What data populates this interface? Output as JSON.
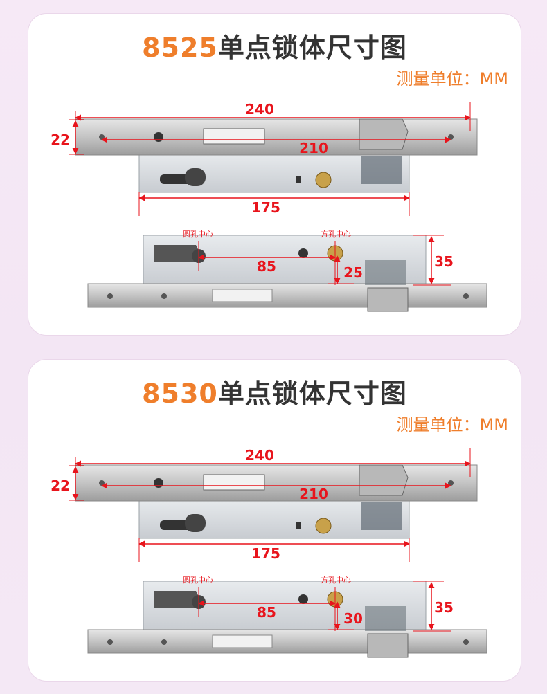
{
  "sections": [
    {
      "model": "8525",
      "name": "单点锁体尺寸图",
      "unit_label": "测量单位：MM",
      "labels": {
        "round_hole": "圆孔中心",
        "square_hole": "方孔中心"
      },
      "dimensions": {
        "faceplate_length": "240",
        "faceplate_width": "22",
        "screw_spacing": "210",
        "case_length": "175",
        "backset": "85",
        "hole_offset": "25",
        "case_depth": "35"
      }
    },
    {
      "model": "8530",
      "name": "单点锁体尺寸图",
      "unit_label": "测量单位：MM",
      "labels": {
        "round_hole": "圆孔中心",
        "square_hole": "方孔中心"
      },
      "dimensions": {
        "faceplate_length": "240",
        "faceplate_width": "22",
        "screw_spacing": "210",
        "case_length": "175",
        "backset": "85",
        "hole_offset": "30",
        "case_depth": "35"
      }
    }
  ],
  "colors": {
    "accent": "#ef7e2b",
    "dimension": "#e8141c",
    "steel": "#c9c9c9",
    "case": "#d9dde2"
  }
}
